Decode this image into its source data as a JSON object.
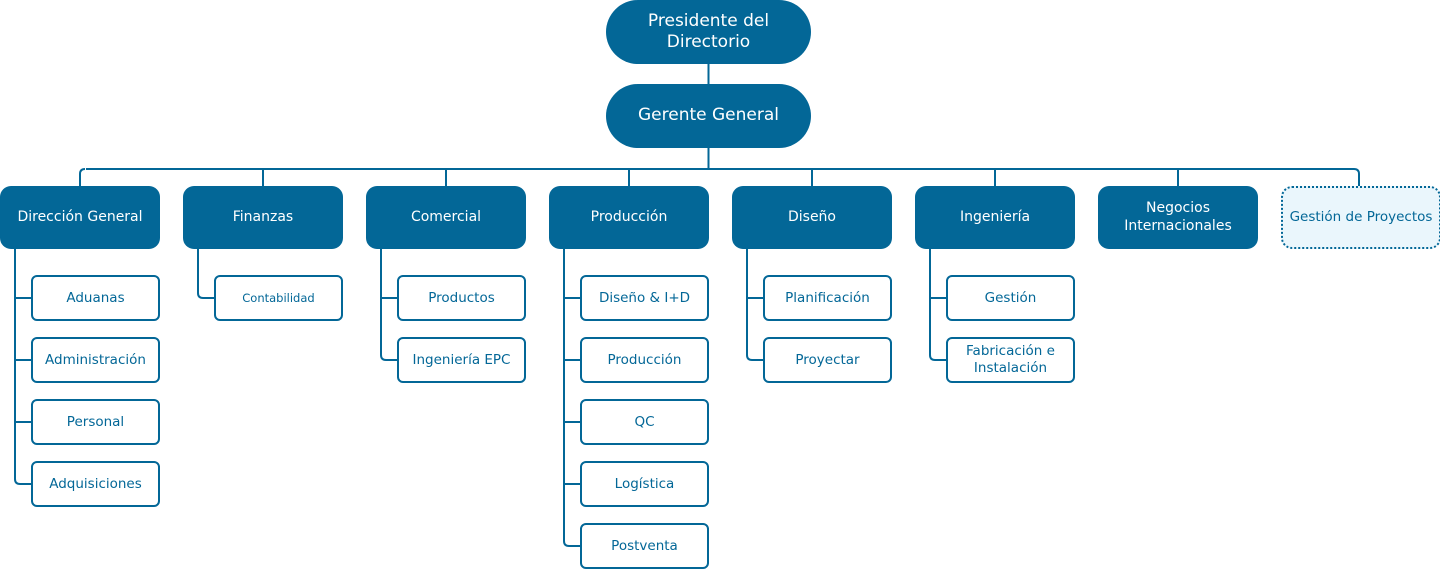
{
  "colors": {
    "primary": "#036797",
    "dashed_fill": "#eaf6fc",
    "text_light": "#ffffff"
  },
  "top": [
    {
      "label": "Presidente del\nDirectorio"
    },
    {
      "label": "Gerente General"
    }
  ],
  "departments": [
    {
      "label": "Dirección General",
      "children": [
        "Aduanas",
        "Administración",
        "Personal",
        "Adquisiciones"
      ]
    },
    {
      "label": "Finanzas",
      "children": [
        "Contabilidad"
      ]
    },
    {
      "label": "Comercial",
      "children": [
        "Productos",
        "Ingeniería EPC"
      ]
    },
    {
      "label": "Producción",
      "children": [
        "Diseño & I+D",
        "Producción",
        "QC",
        "Logística",
        "Postventa"
      ]
    },
    {
      "label": "Diseño",
      "children": [
        "Planificación",
        "Proyectar"
      ]
    },
    {
      "label": "Ingeniería",
      "children": [
        "Gestión",
        "Fabricación e\nInstalación"
      ]
    },
    {
      "label": "Negocios\nInternacionales",
      "children": []
    },
    {
      "label": "Gestión de Proyectos",
      "children": [],
      "style": "dashed"
    }
  ]
}
